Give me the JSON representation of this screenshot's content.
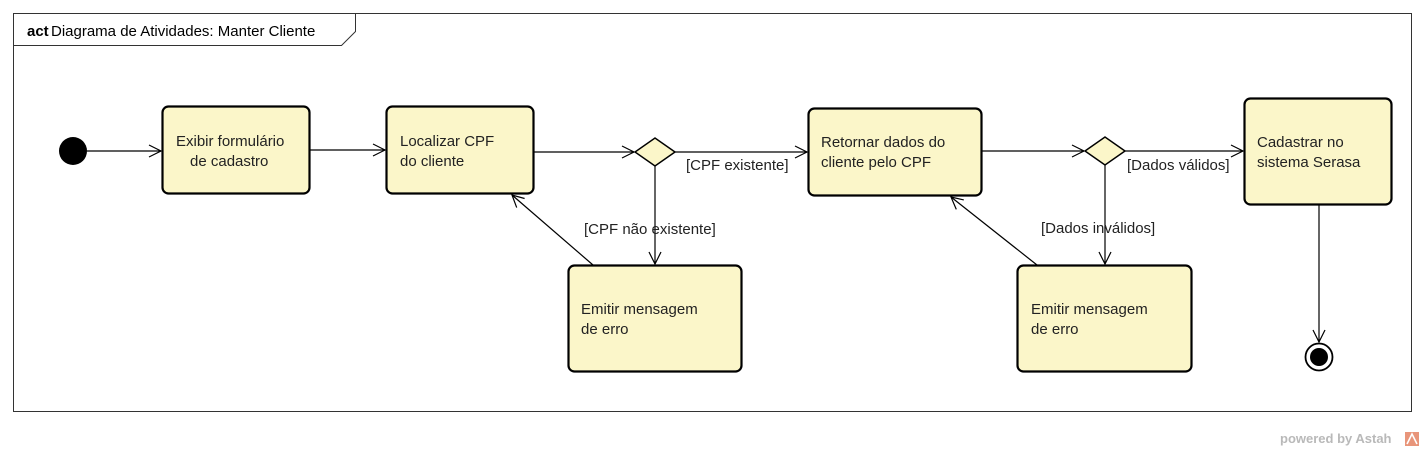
{
  "frame": {
    "keyword": "act",
    "title": "Diagrama de Atividades: Manter Cliente"
  },
  "nodes": {
    "a1": [
      "Exibir formulário",
      "de cadastro"
    ],
    "a2": [
      "Localizar CPF",
      "do cliente"
    ],
    "a3": [
      "Emitir mensagem",
      "de erro"
    ],
    "a4": [
      "Retornar dados do",
      "cliente pelo CPF"
    ],
    "a5": [
      "Emitir mensagem",
      "de erro"
    ],
    "a6": [
      "Cadastrar no",
      "sistema Serasa"
    ]
  },
  "guards": {
    "cpf_existente": "[CPF existente]",
    "cpf_nao_existente": "[CPF não existente]",
    "dados_validos": "[Dados válidos]",
    "dados_invalidos": "[Dados inválidos]"
  },
  "footer": {
    "powered_by": "powered by Astah"
  },
  "colors": {
    "activity_fill": "#fbf6c9",
    "stroke": "#000000",
    "watermark": "#b9b9b9",
    "logo_accent": "#e8957a"
  }
}
